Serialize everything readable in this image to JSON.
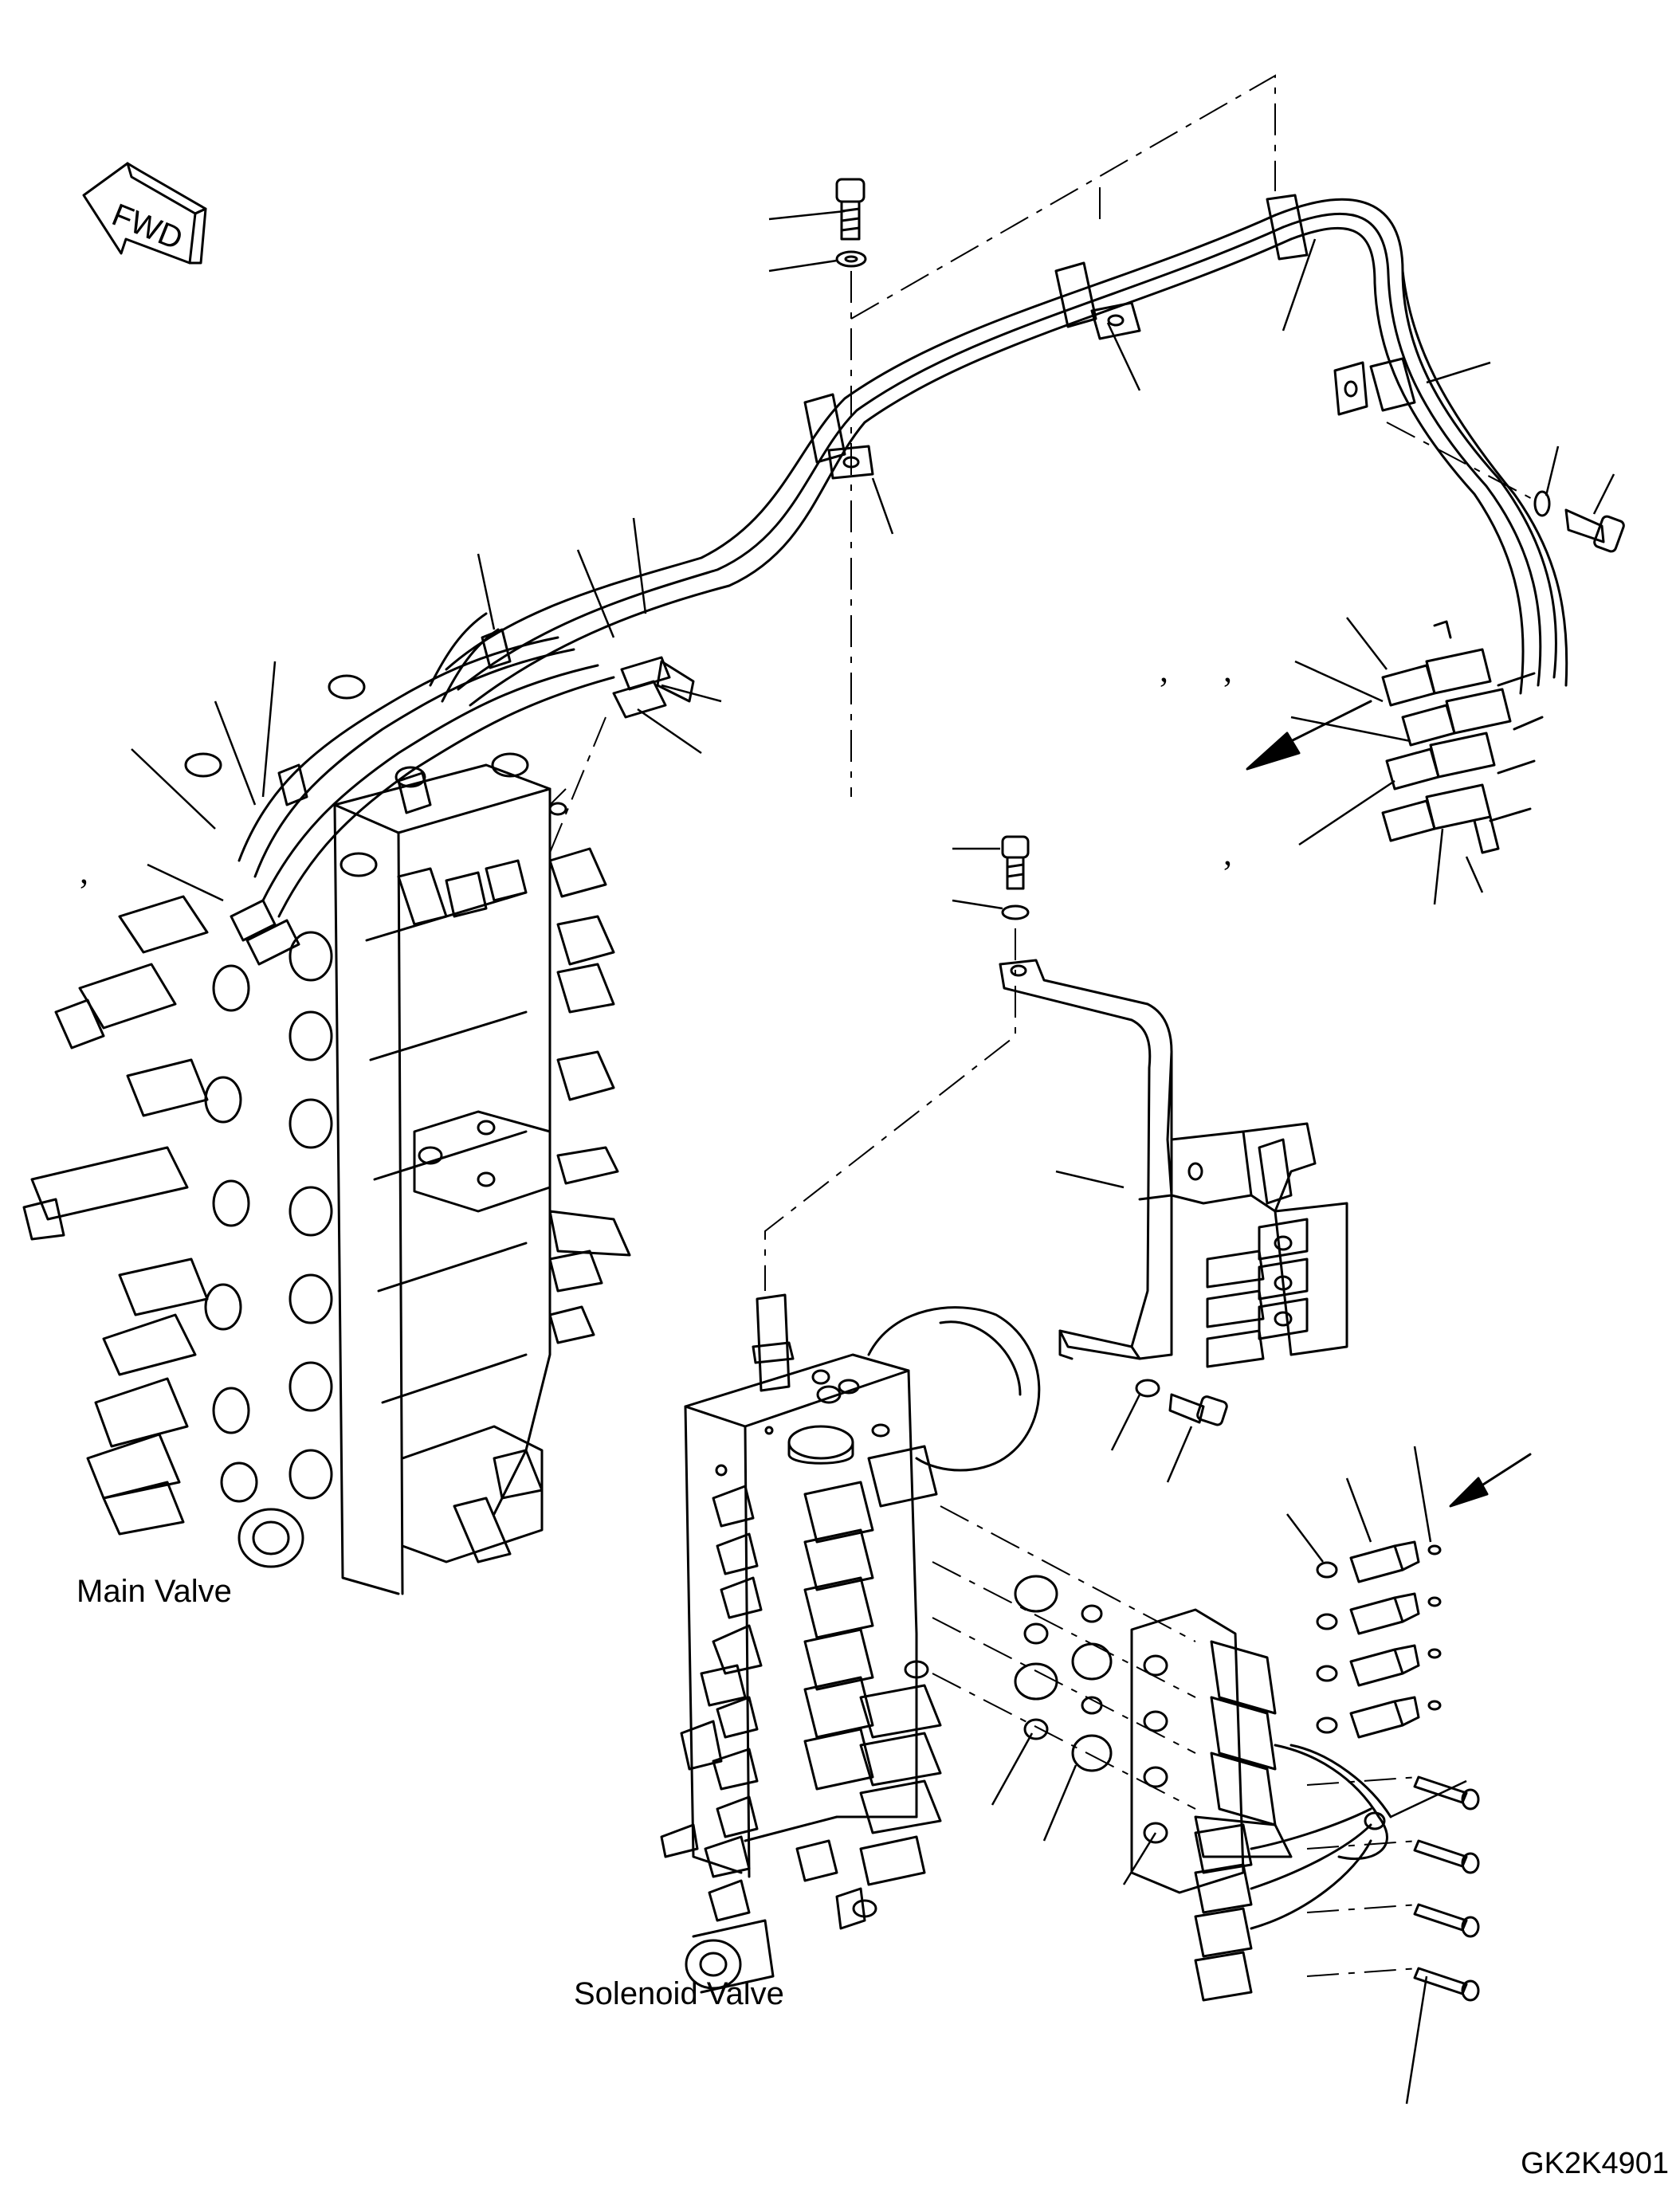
{
  "fwd_label": "FWD",
  "labels": {
    "main_valve": "Main Valve",
    "solenoid_valve": "Solenoid Valve",
    "drawing_code": "GK2K4901"
  },
  "comma_marks": [
    ",",
    ",",
    ",",
    ","
  ],
  "colors": {
    "line": "#000000",
    "background": "#ffffff"
  }
}
